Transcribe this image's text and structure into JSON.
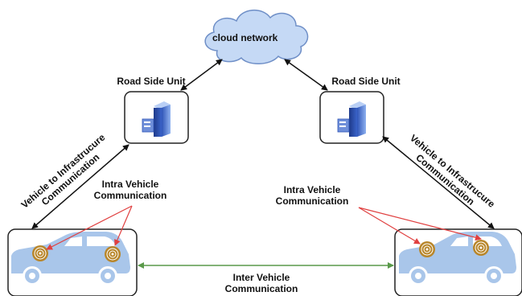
{
  "cloud": {
    "label": "cloud network"
  },
  "rsu_left": {
    "label": "Road Side Unit"
  },
  "rsu_right": {
    "label": "Road Side Unit"
  },
  "v2i_left": {
    "line1": "Vehicle to Infrastrucure",
    "line2": "Communication"
  },
  "v2i_right": {
    "line1": "Vehicle to Infrastrucure",
    "line2": "Communication"
  },
  "intra_left": {
    "line1": "Intra Vehicle",
    "line2": "Communication"
  },
  "intra_right": {
    "line1": "Intra Vehicle",
    "line2": "Communication"
  },
  "inter": {
    "line1": "Inter Vehicle",
    "line2": "Communication"
  },
  "colors": {
    "cloud_fill": "#c5d9f5",
    "cloud_stroke": "#6f8fc7",
    "car_fill": "#a9c6ea",
    "sensor": "#b8862b",
    "arrow_red": "#e04040",
    "arrow_green": "#5a9a4a",
    "arrow_black": "#111111"
  }
}
